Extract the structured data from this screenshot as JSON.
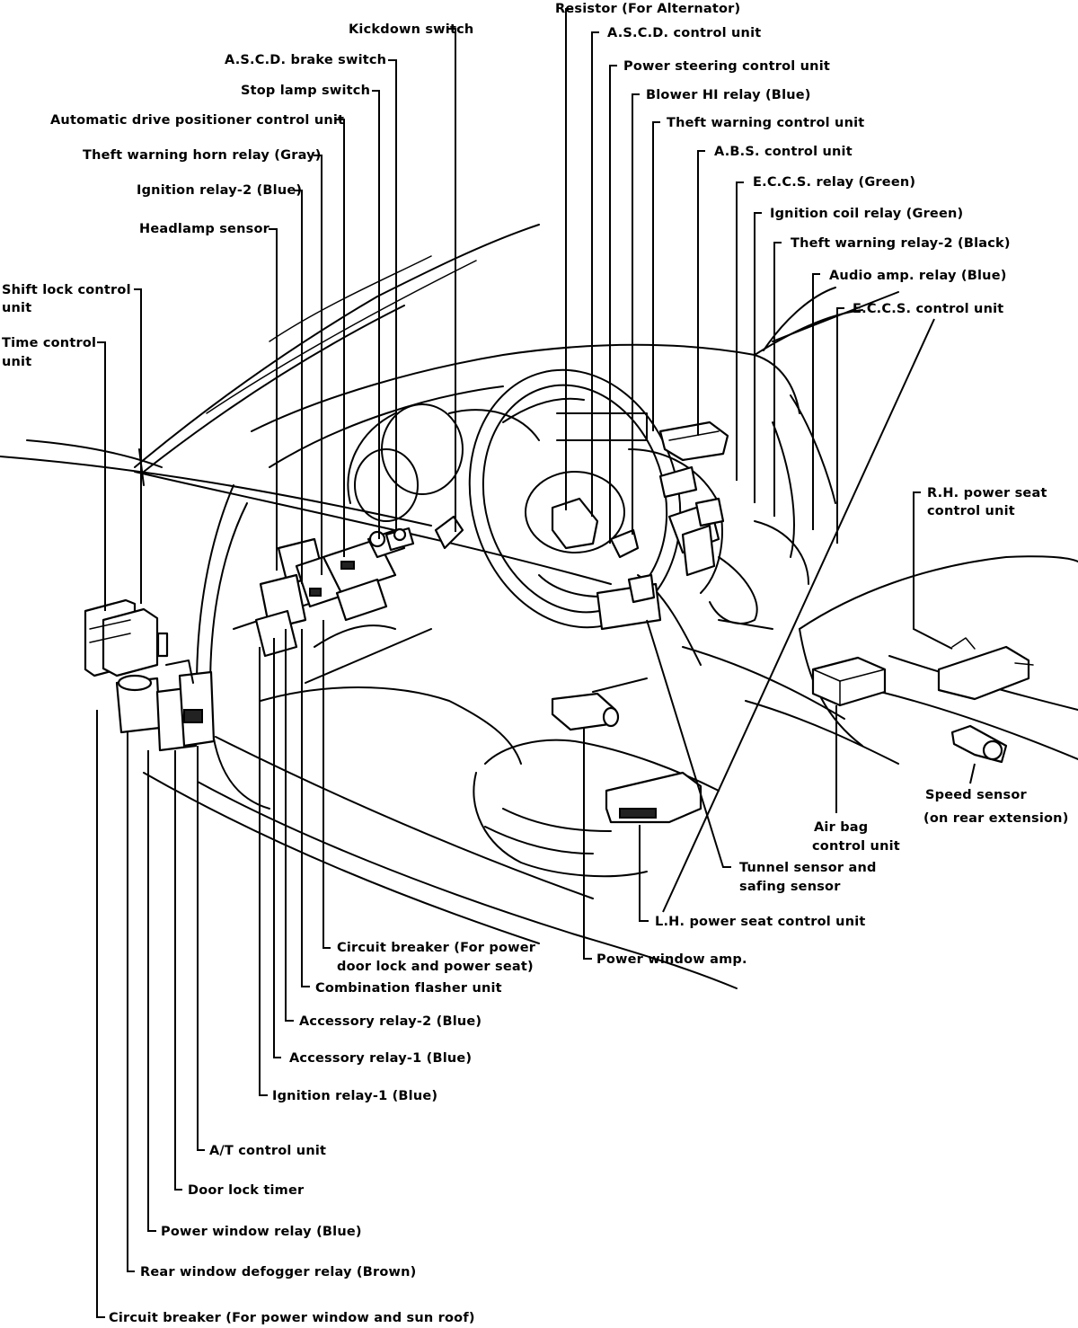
{
  "labels": {
    "kickdown_switch": "Kickdown switch",
    "ascd_brake_switch": "A.S.C.D. brake switch",
    "stop_lamp_switch": "Stop lamp switch",
    "auto_drive_positioner": "Automatic drive positioner control unit",
    "theft_warning_horn_relay": "Theft warning horn relay (Gray)",
    "ignition_relay_2": "Ignition relay-2 (Blue)",
    "headlamp_sensor": "Headlamp sensor",
    "shift_lock_1": "Shift lock control",
    "shift_lock_2": "unit",
    "time_control_1": "Time control",
    "time_control_2": "unit",
    "resistor_alternator": "Resistor (For Alternator)",
    "ascd_control_unit": "A.S.C.D. control unit",
    "power_steering_control": "Power steering control unit",
    "blower_hi_relay": "Blower HI relay (Blue)",
    "theft_warning_control": "Theft warning control unit",
    "abs_control_unit": "A.B.S. control unit",
    "eccs_relay": "E.C.C.S. relay (Green)",
    "ignition_coil_relay": "Ignition coil relay (Green)",
    "theft_warning_relay_2": "Theft warning relay-2 (Black)",
    "audio_amp_relay": "Audio amp. relay (Blue)",
    "eccs_control_unit": "E.C.C.S. control unit",
    "rh_seat_1": "R.H. power seat",
    "rh_seat_2": "control unit",
    "speed_sensor_1": "Speed sensor",
    "speed_sensor_2": "(on rear extension)",
    "air_bag_1": "Air bag",
    "air_bag_2": "control unit",
    "tunnel_sensor_1": "Tunnel sensor and",
    "tunnel_sensor_2": "safing sensor",
    "lh_seat": "L.H. power seat control unit",
    "power_window_amp": "Power window amp.",
    "cb_door_lock_1": "Circuit breaker (For power",
    "cb_door_lock_2": "door lock and power seat)",
    "combination_flasher": "Combination flasher unit",
    "accessory_relay_2": "Accessory relay-2 (Blue)",
    "accessory_relay_1": "Accessory relay-1 (Blue)",
    "ignition_relay_1": "Ignition relay-1 (Blue)",
    "at_control_unit": "A/T control unit",
    "door_lock_timer": "Door lock timer",
    "power_window_relay": "Power window relay (Blue)",
    "rear_defogger_relay": "Rear window defogger relay (Brown)",
    "cb_power_window": "Circuit breaker (For power window and sun roof)"
  }
}
